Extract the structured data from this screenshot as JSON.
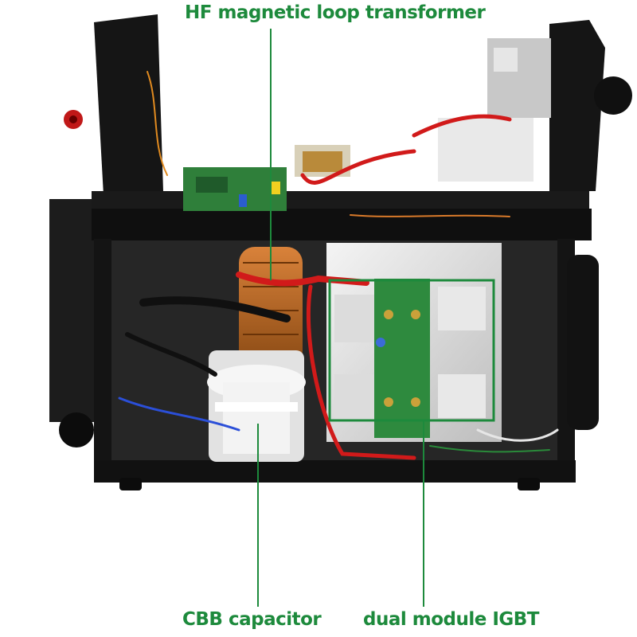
{
  "labels": {
    "transformer": "HF magnetic loop transformer",
    "capacitor": "CBB capacitor",
    "igbt": "dual module IGBT"
  },
  "colors": {
    "label_green": "#1d8a3c",
    "chassis": "#141414",
    "background": "#ffffff"
  }
}
